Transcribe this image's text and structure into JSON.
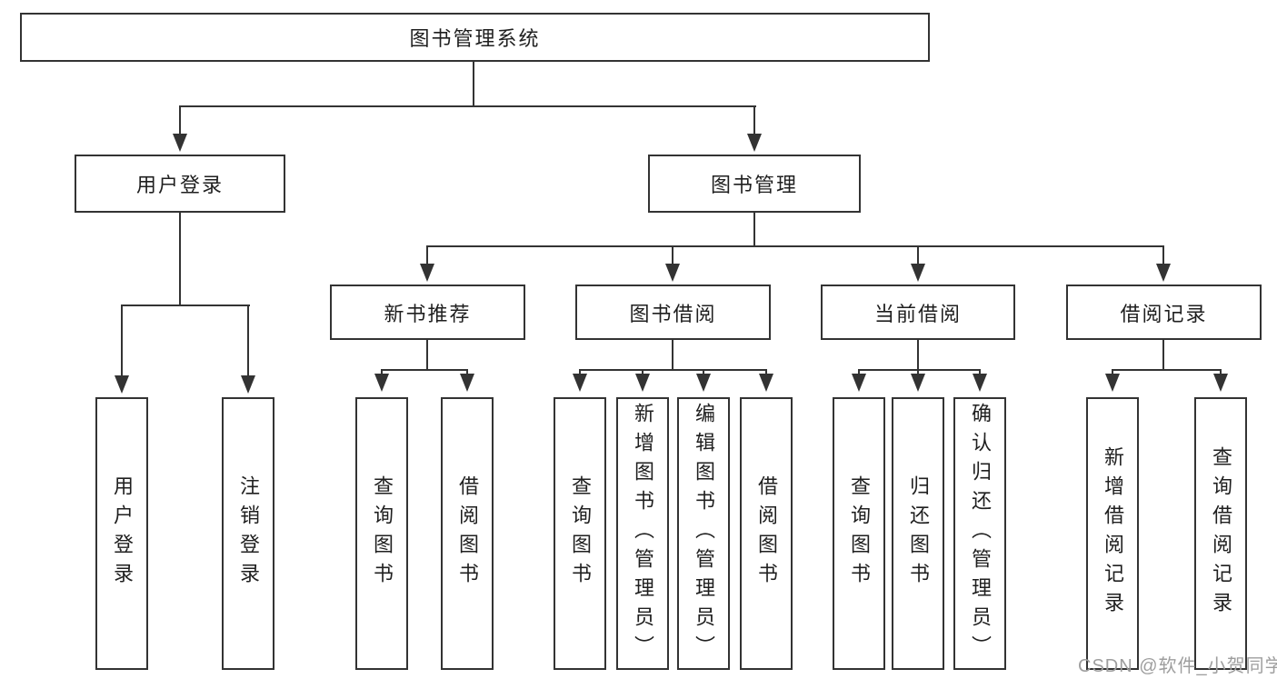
{
  "diagram_title": "图书管理系统",
  "nodes": {
    "root": "图书管理系统",
    "user_login": "用户登录",
    "book_mgmt": "图书管理",
    "new_rec": "新书推荐",
    "book_borrow": "图书借阅",
    "current_borrow": "当前借阅",
    "borrow_records": "借阅记录",
    "user_login_leaf": "用户登录",
    "logout_leaf": "注销登录",
    "rec_query": "查询图书",
    "rec_borrow": "借阅图书",
    "bb_query": "查询图书",
    "bb_add": "新增图书（管理员）",
    "bb_edit": "编辑图书（管理员）",
    "bb_borrow": "借阅图书",
    "cb_query": "查询图书",
    "cb_return": "归还图书",
    "cb_confirm": "确认归还（管理员）",
    "br_add": "新增借阅记录",
    "br_query": "查询借阅记录"
  },
  "hierarchy": {
    "图书管理系统": [
      "用户登录",
      "图书管理"
    ],
    "用户登录": [
      "用户登录",
      "注销登录"
    ],
    "图书管理": [
      "新书推荐",
      "图书借阅",
      "当前借阅",
      "借阅记录"
    ],
    "新书推荐": [
      "查询图书",
      "借阅图书"
    ],
    "图书借阅": [
      "查询图书",
      "新增图书（管理员）",
      "编辑图书（管理员）",
      "借阅图书"
    ],
    "当前借阅": [
      "查询图书",
      "归还图书",
      "确认归还（管理员）"
    ],
    "借阅记录": [
      "新增借阅记录",
      "查询借阅记录"
    ]
  },
  "watermark": "CSDN @软件_小贺同学",
  "colors": {
    "line": "#333333",
    "box_border": "#333333",
    "text": "#1f1f1f",
    "watermark": "#9e9e9e",
    "background": "#ffffff"
  }
}
